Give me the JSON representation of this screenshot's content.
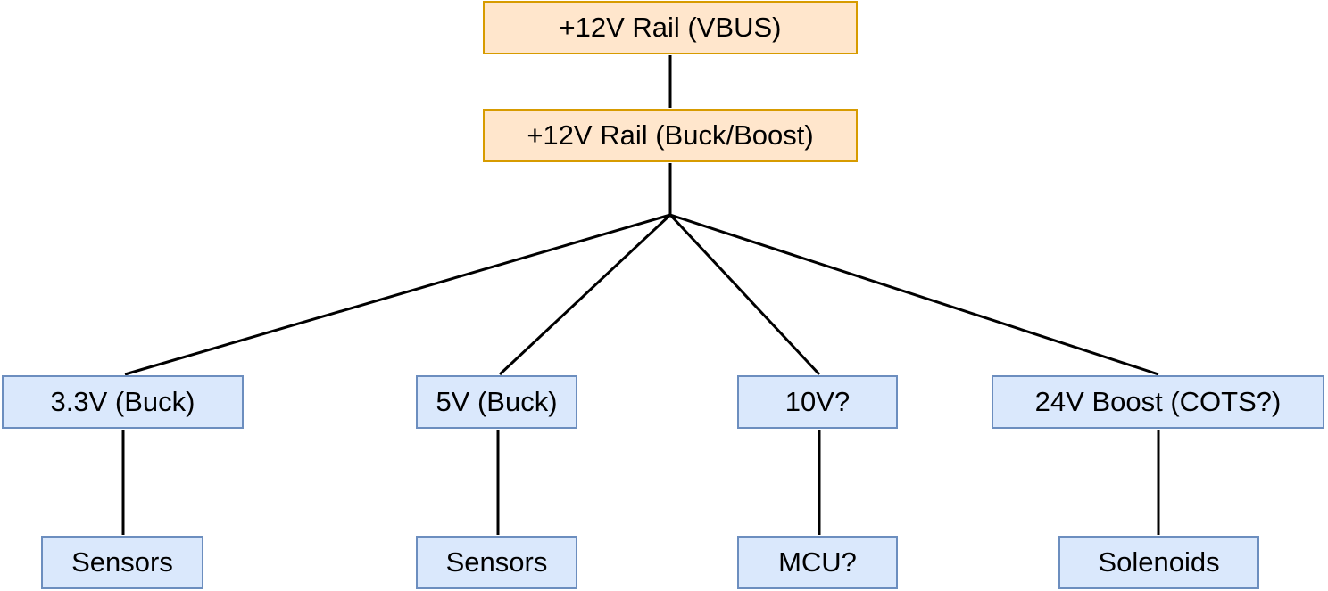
{
  "diagram": {
    "nodes": {
      "vbus": "+12V Rail (VBUS)",
      "buck_boost": "+12V Rail (Buck/Boost)",
      "rail_3v3": "3.3V (Buck)",
      "rail_5v": "5V (Buck)",
      "rail_10v": "10V?",
      "rail_24v": "24V Boost (COTS?)",
      "load_3v3": "Sensors",
      "load_5v": "Sensors",
      "load_10v": "MCU?",
      "load_24v": "Solenoids"
    },
    "edges": [
      [
        "vbus",
        "buck_boost"
      ],
      [
        "buck_boost",
        "rail_3v3"
      ],
      [
        "buck_boost",
        "rail_5v"
      ],
      [
        "buck_boost",
        "rail_10v"
      ],
      [
        "buck_boost",
        "rail_24v"
      ],
      [
        "rail_3v3",
        "load_3v3"
      ],
      [
        "rail_5v",
        "load_5v"
      ],
      [
        "rail_10v",
        "load_10v"
      ],
      [
        "rail_24v",
        "load_24v"
      ]
    ],
    "colors": {
      "source_fill": "#ffe6cc",
      "source_stroke": "#d79b00",
      "rail_fill": "#dae8fc",
      "rail_stroke": "#6c8ebf",
      "line": "#000000"
    }
  }
}
